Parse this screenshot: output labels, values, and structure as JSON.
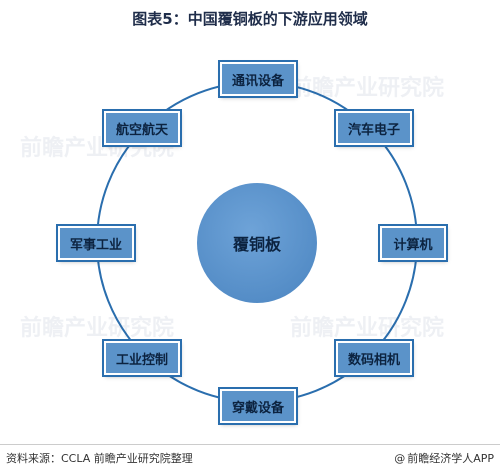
{
  "title": "图表5：中国覆铜板的下游应用领域",
  "center_label": "覆铜板",
  "nodes": {
    "top": "通讯设备",
    "top_right": "汽车电子",
    "right": "计算机",
    "bottom_right": "数码相机",
    "bottom": "穿戴设备",
    "bottom_left": "工业控制",
    "left": "军事工业",
    "top_left": "航空航天"
  },
  "footer": {
    "source": "资料来源：CCLA 前瞻产业研究院整理",
    "brand": "前瞻经济学人APP",
    "brand_icon": "at-icon"
  },
  "colors": {
    "node_fill": "#5b93c9",
    "node_border": "#2a6eae",
    "ring": "#2a6eae",
    "center_fill": "#5b8fcb"
  }
}
